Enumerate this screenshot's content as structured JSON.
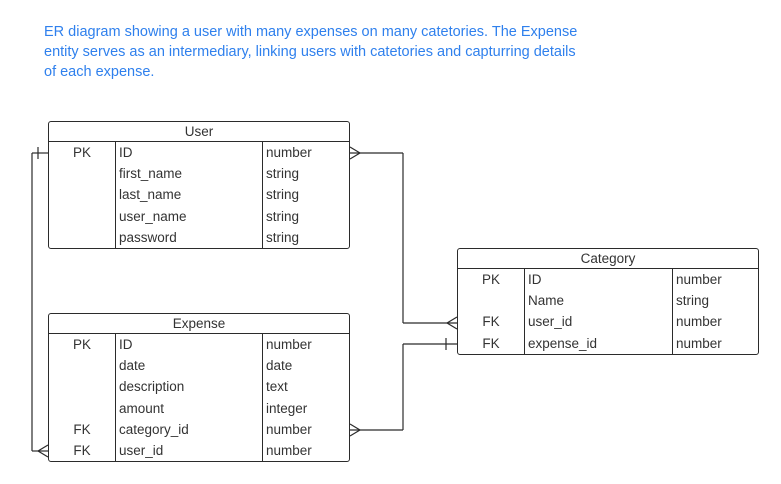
{
  "caption": {
    "line1": "ER diagram showing a user with many expenses on many catetories. The Expense",
    "line2": "entity serves as an intermediary, linking users with catetories and capturring details",
    "line3": "of each expense."
  },
  "colors": {
    "caption": "#2f80ed",
    "border": "#2b2b2b",
    "text": "#333333"
  },
  "entities": {
    "user": {
      "title": "User",
      "rows": [
        {
          "key": "PK",
          "name": "ID",
          "type": "number"
        },
        {
          "key": "",
          "name": "first_name",
          "type": "string"
        },
        {
          "key": "",
          "name": "last_name",
          "type": "string"
        },
        {
          "key": "",
          "name": "user_name",
          "type": "string"
        },
        {
          "key": "",
          "name": "password",
          "type": "string"
        }
      ]
    },
    "expense": {
      "title": "Expense",
      "rows": [
        {
          "key": "PK",
          "name": "ID",
          "type": "number"
        },
        {
          "key": "",
          "name": "date",
          "type": "date"
        },
        {
          "key": "",
          "name": "description",
          "type": "text"
        },
        {
          "key": "",
          "name": "amount",
          "type": "integer"
        },
        {
          "key": "FK",
          "name": "category_id",
          "type": "number"
        },
        {
          "key": "FK",
          "name": "user_id",
          "type": "number"
        }
      ]
    },
    "category": {
      "title": "Category",
      "rows": [
        {
          "key": "PK",
          "name": "ID",
          "type": "number"
        },
        {
          "key": "",
          "name": "Name",
          "type": "string"
        },
        {
          "key": "FK",
          "name": "user_id",
          "type": "number"
        },
        {
          "key": "FK",
          "name": "expense_id",
          "type": "number"
        }
      ]
    }
  },
  "relationships": [
    {
      "from": "user",
      "to": "expense",
      "from_cardinality": "one",
      "to_cardinality": "many"
    },
    {
      "from": "user",
      "to": "category",
      "from_cardinality": "many",
      "to_cardinality": "many"
    },
    {
      "from": "expense",
      "to": "category",
      "from_cardinality": "many",
      "to_cardinality": "one"
    }
  ]
}
